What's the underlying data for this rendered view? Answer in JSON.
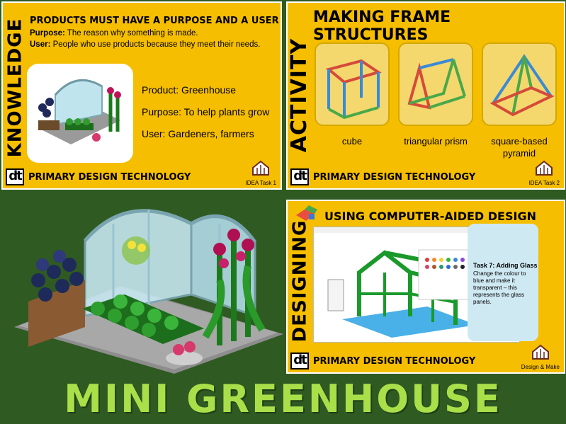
{
  "footer_text": "PRIMARY DESIGN TECHNOLOGY",
  "dt_logo": "dt",
  "knowledge": {
    "side_label": "KNOWLEDGE",
    "title": "PRODUCTS MUST HAVE A PURPOSE AND A USER",
    "purpose_term": "Purpose:",
    "purpose_def": "The reason why something is made.",
    "user_term": "User:",
    "user_def": "People who use products because they meet their needs.",
    "product": "Product: Greenhouse",
    "purpose": "Purpose: To help plants grow",
    "user": "User: Gardeners, farmers",
    "badge": "IDEA Task 1"
  },
  "activity": {
    "side_label": "ACTIVITY",
    "title": "MAKING FRAME STRUCTURES",
    "shapes": [
      "cube",
      "triangular prism",
      "square-based pyramid"
    ],
    "badge": "IDEA Task 2"
  },
  "designing": {
    "side_label": "DESIGNING",
    "title": "USING COMPUTER-AIDED DESIGN",
    "task_title": "Task 7: Adding Glass",
    "task_body": "Change the colour to blue and make it transparent – this represents the glass panels.",
    "badge": "Design & Make"
  },
  "main_title": "MINI GREENHOUSE",
  "colors": {
    "card_yellow": "#f6be00",
    "background_green": "#2f5a22",
    "title_green": "#a9e04a"
  }
}
